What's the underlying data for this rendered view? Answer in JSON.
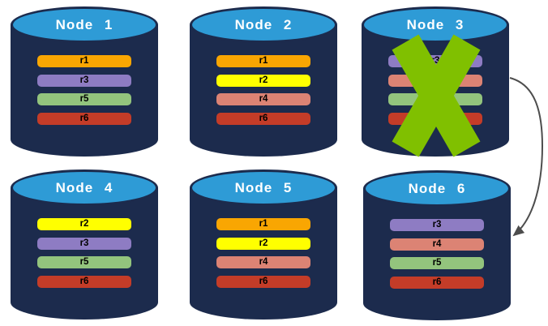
{
  "diagram": {
    "nodes": [
      {
        "title": "Node 1",
        "failed": false,
        "bars": [
          {
            "label": "r1",
            "color": "#F9A602"
          },
          {
            "label": "r3",
            "color": "#8E7CC3"
          },
          {
            "label": "r5",
            "color": "#93C47D"
          },
          {
            "label": "r6",
            "color": "#C43C28"
          }
        ]
      },
      {
        "title": "Node 2",
        "failed": false,
        "bars": [
          {
            "label": "r1",
            "color": "#F9A602"
          },
          {
            "label": "r2",
            "color": "#FFFF00"
          },
          {
            "label": "r4",
            "color": "#DC8374"
          },
          {
            "label": "r6",
            "color": "#C43C28"
          }
        ]
      },
      {
        "title": "Node 3",
        "failed": true,
        "bars": [
          {
            "label": "r3",
            "color": "#8E7CC3"
          },
          {
            "label": "",
            "color": "#DC8374"
          },
          {
            "label": "",
            "color": "#93C47D"
          },
          {
            "label": "",
            "color": "#C43C28"
          }
        ]
      },
      {
        "title": "Node 4",
        "failed": false,
        "bars": [
          {
            "label": "r2",
            "color": "#FFFF00"
          },
          {
            "label": "r3",
            "color": "#8E7CC3"
          },
          {
            "label": "r5",
            "color": "#93C47D"
          },
          {
            "label": "r6",
            "color": "#C43C28"
          }
        ]
      },
      {
        "title": "Node 5",
        "failed": false,
        "bars": [
          {
            "label": "r1",
            "color": "#F9A602"
          },
          {
            "label": "r2",
            "color": "#FFFF00"
          },
          {
            "label": "r4",
            "color": "#DC8374"
          },
          {
            "label": "r6",
            "color": "#C43C28"
          }
        ]
      },
      {
        "title": "Node 6",
        "failed": false,
        "bars": [
          {
            "label": "r3",
            "color": "#8E7CC3"
          },
          {
            "label": "r4",
            "color": "#DC8374"
          },
          {
            "label": "r5",
            "color": "#93C47D"
          },
          {
            "label": "r6",
            "color": "#C43C28"
          }
        ]
      }
    ],
    "colors": {
      "cylinder_body": "#1C2B4D",
      "cylinder_top": "#2E9BD6",
      "node_title": "#FFFFFF",
      "failure_x": "#80C000",
      "arrow": "#4D4D4D"
    },
    "arrow": {
      "from": "Node 3",
      "to": "Node 6"
    }
  }
}
